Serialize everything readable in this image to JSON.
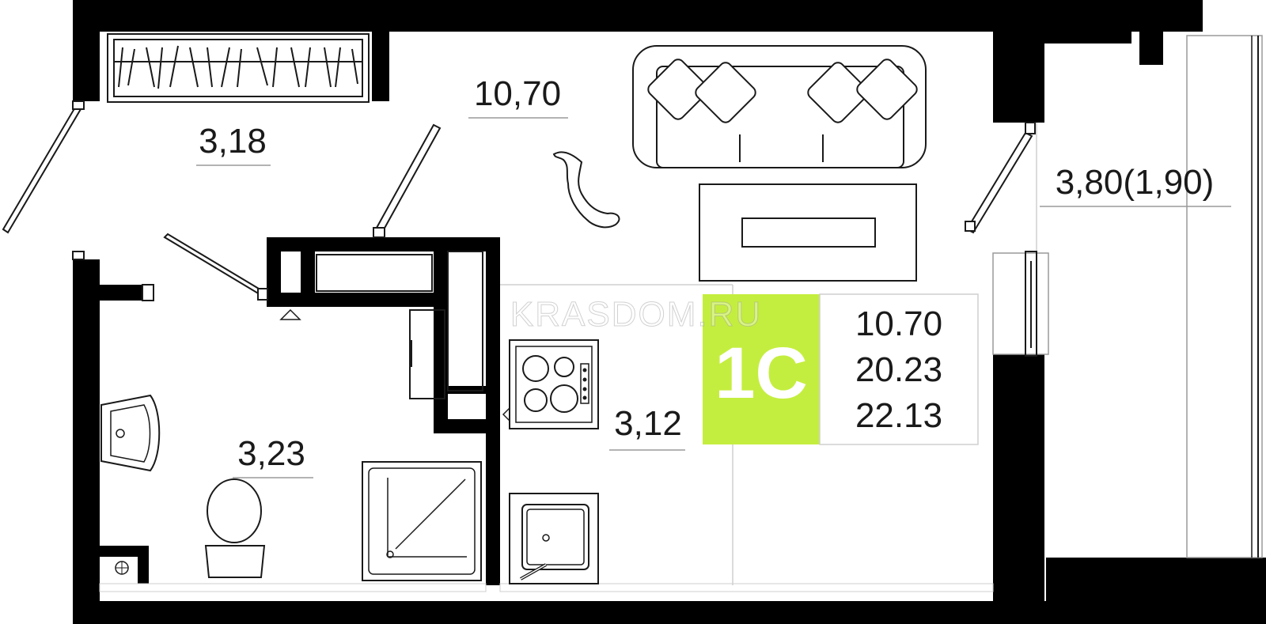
{
  "plan": {
    "rooms": [
      {
        "id": "wardrobe",
        "area": "3,18"
      },
      {
        "id": "living",
        "area": "10,70"
      },
      {
        "id": "balcony",
        "area": "3,80(1,90)"
      },
      {
        "id": "bathroom",
        "area": "3,23"
      },
      {
        "id": "kitchen",
        "area": "3,12"
      }
    ],
    "info": {
      "type": "1С",
      "living_area": "10.70",
      "total_area": "20.23",
      "total_with_balcony": "22.13",
      "accent_color": "#c4ee3f"
    },
    "watermark": "KRASDOM.RU",
    "colors": {
      "wall": "#000000",
      "line": "#1a1a1a",
      "background": "#ffffff"
    },
    "icons": [
      "sofa-icon",
      "cat-icon",
      "rug-icon",
      "stove-icon",
      "sink-icon",
      "toilet-icon",
      "shower-icon",
      "washbasin-icon",
      "wardrobe-icon"
    ]
  }
}
